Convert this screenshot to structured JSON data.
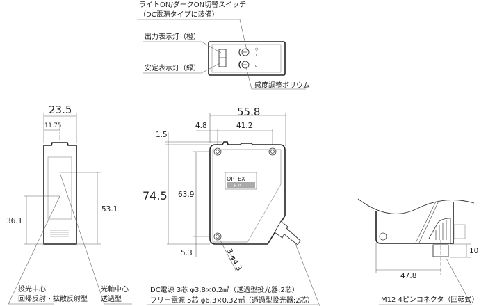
{
  "top_view": {
    "switch_label_1": "ライトON/ダークON切替スイッチ",
    "switch_label_2": "（DC電源タイプに装備）",
    "output_indicator": "出力表示灯（橙）",
    "stability_indicator": "安定表示灯（緑）",
    "sensitivity_volume": "感度調整ボリウム"
  },
  "side_view": {
    "width": "23.5",
    "half_width": "11.75",
    "optical_axis_height": "53.1",
    "emitter_height": "36.1",
    "emitter_center_1": "投光中心",
    "emitter_center_2": "回帰反射・拡散反射型",
    "axis_center_1": "光軸中心",
    "axis_center_2": "透過型"
  },
  "front_view": {
    "width": "55.8",
    "offset": "4.8",
    "hole_pitch_x": "41.2",
    "top_offset": "1.5",
    "height": "74.5",
    "hole_pitch_y": "63.9",
    "bottom_offset": "5.3",
    "holes": "3-φ4.3",
    "logo_1": "OPTEX",
    "logo_2": "F A",
    "cable_1": "DC電源 3芯 φ3.8×0.2㎟（透過型投光器:2芯）",
    "cable_2": "フリー電源 5芯 φ6.3×0.32㎟（透過型投光器:2芯）"
  },
  "connector_view": {
    "height": "10",
    "offset": "47.8",
    "connector_label": "M12 4ピンコネクタ（回転式）"
  }
}
